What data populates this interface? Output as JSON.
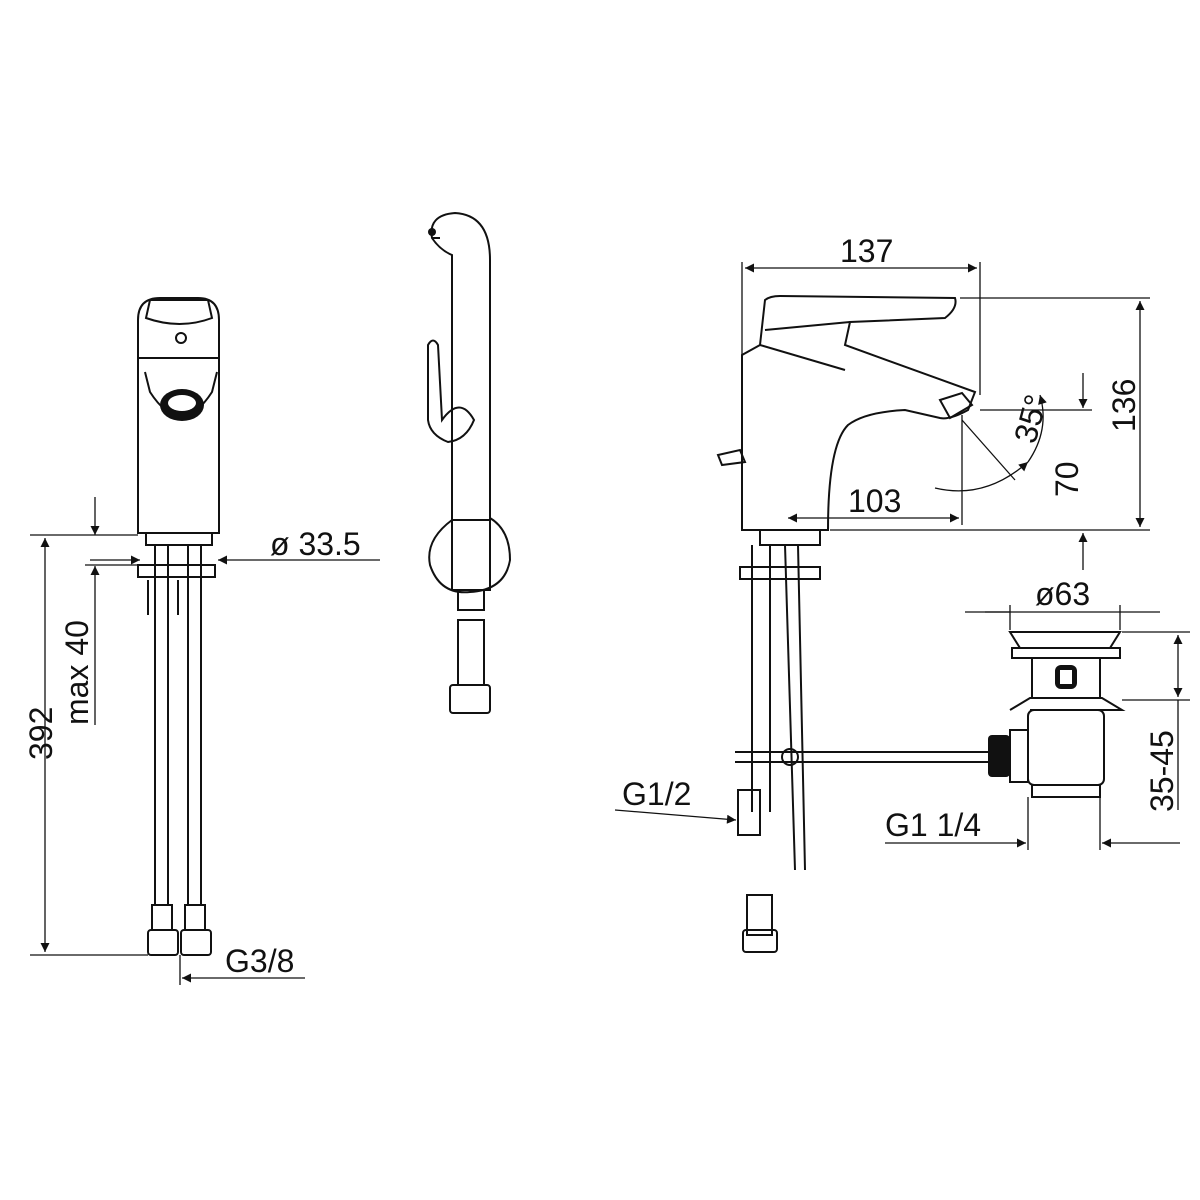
{
  "drawing": {
    "front_view": {
      "dim_height": "392",
      "dim_max_mounting": "max 40",
      "dim_hole_diameter": "ø 33.5",
      "dim_connection": "G3/8"
    },
    "side_view": {
      "dim_width": "137",
      "dim_height": "136",
      "dim_spout_height": "70",
      "dim_spout_reach": "103",
      "dim_angle": "35°",
      "dim_inlet": "G1/2"
    },
    "drain_view": {
      "dim_diameter": "ø63",
      "dim_adjust": "35-45",
      "dim_thread": "G1 1/4"
    }
  }
}
